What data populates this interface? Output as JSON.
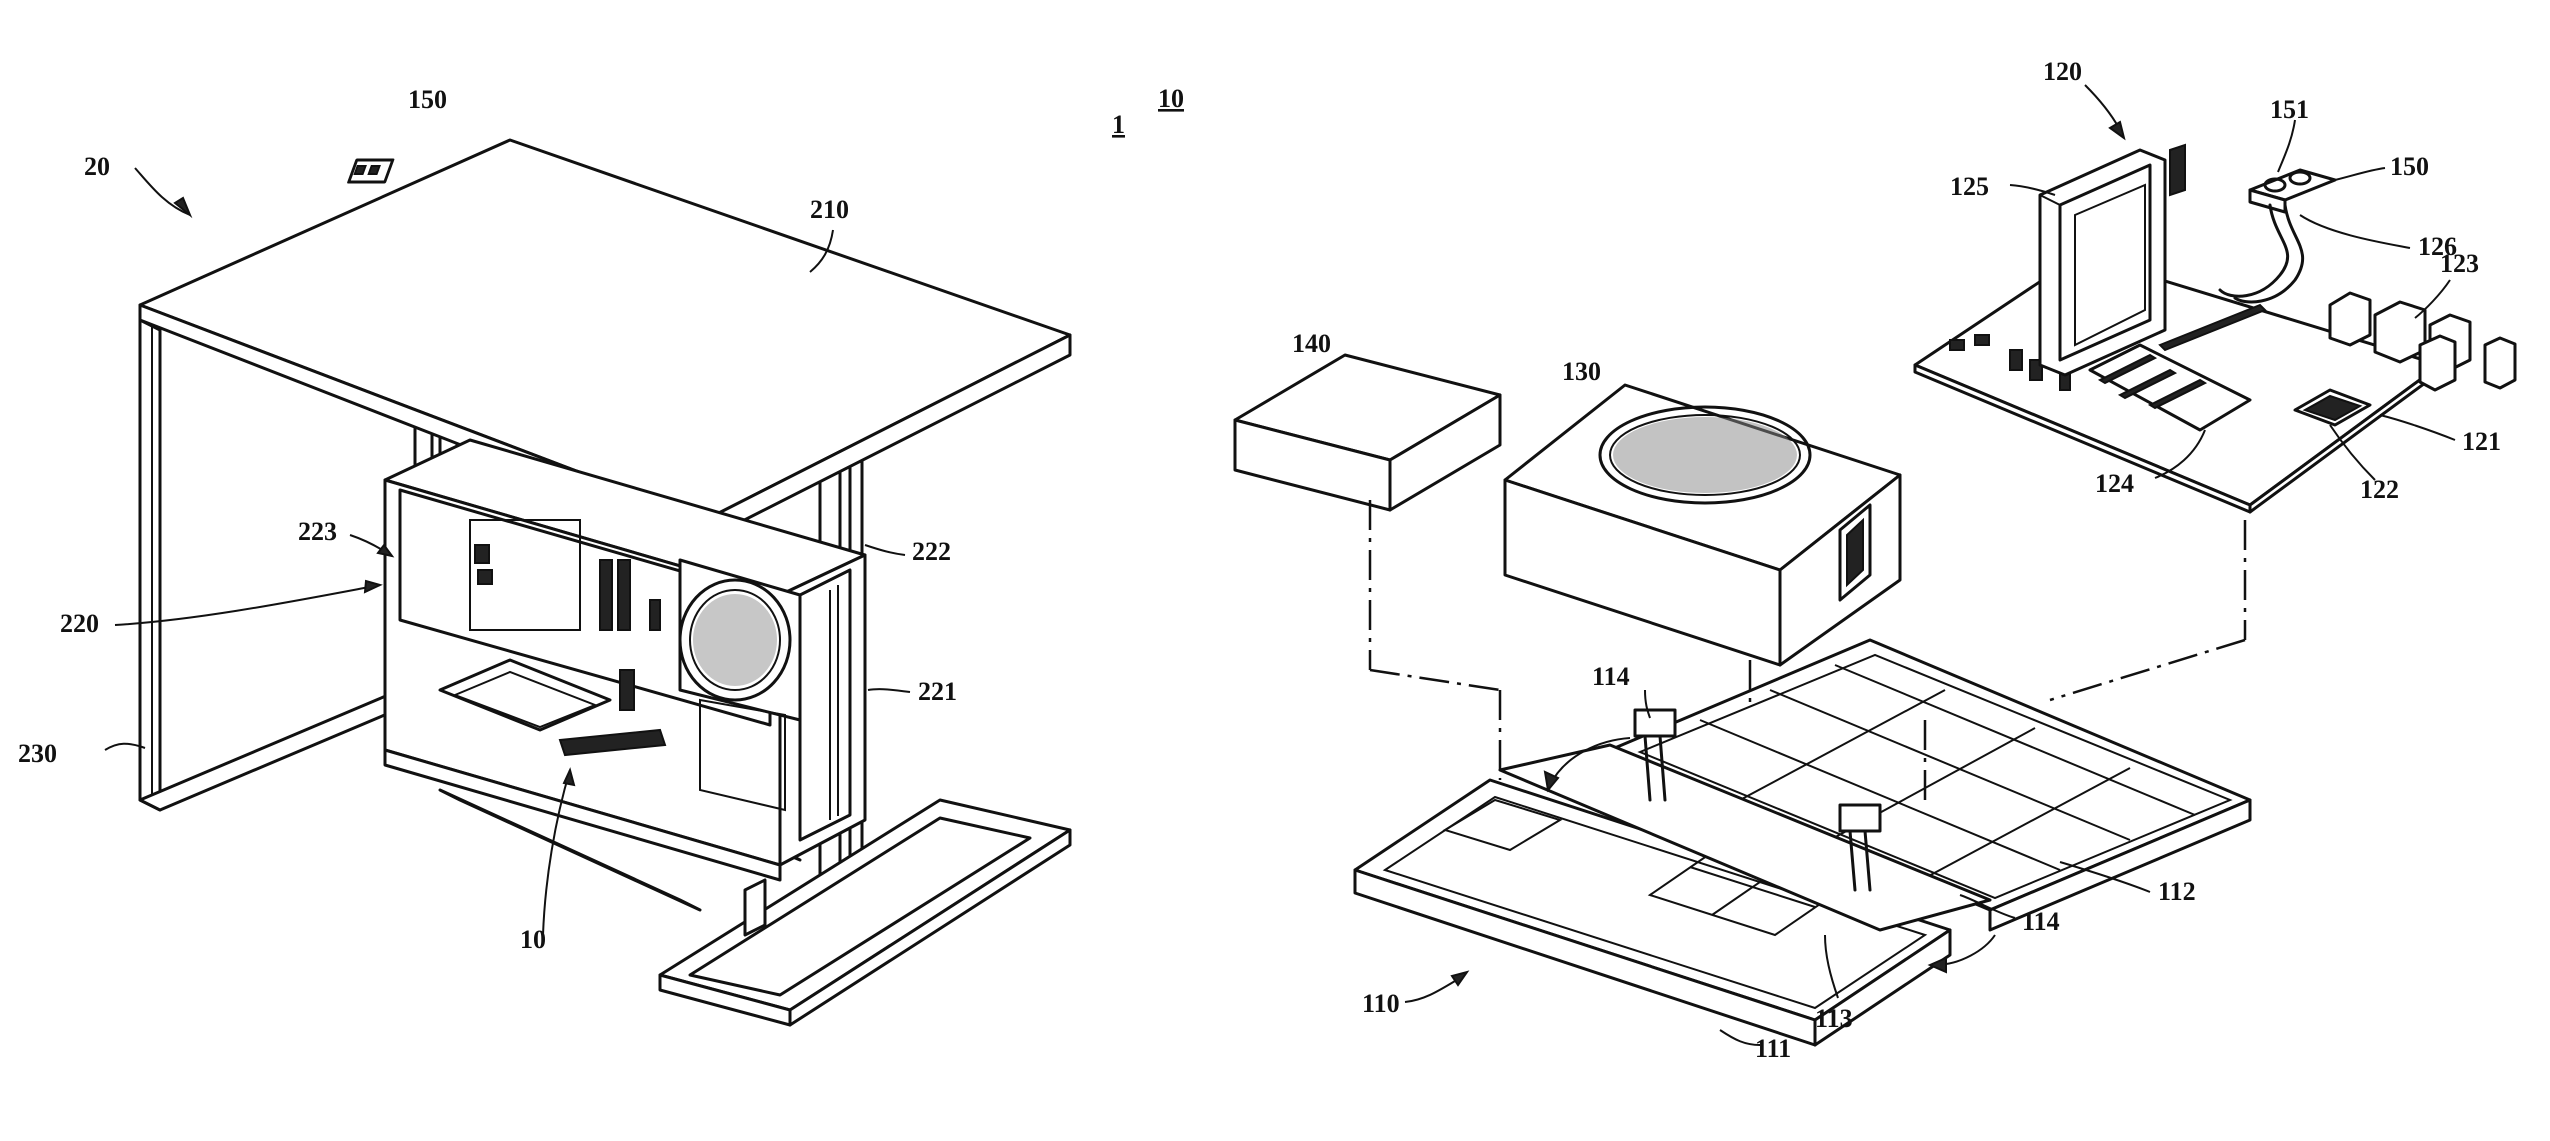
{
  "labels": {
    "l150a": "150",
    "l20": "20",
    "l1": "1",
    "l10top": "10",
    "l210": "210",
    "l223": "223",
    "l222": "222",
    "l220": "220",
    "l221": "221",
    "l230": "230",
    "l10": "10",
    "l120": "120",
    "l151": "151",
    "l150b": "150",
    "l125": "125",
    "l126": "126",
    "l123": "123",
    "l140": "140",
    "l130": "130",
    "l121": "121",
    "l124": "124",
    "l122": "122",
    "l114a": "114",
    "l114b": "114",
    "l112": "112",
    "l110": "110",
    "l113": "113",
    "l111": "111"
  }
}
